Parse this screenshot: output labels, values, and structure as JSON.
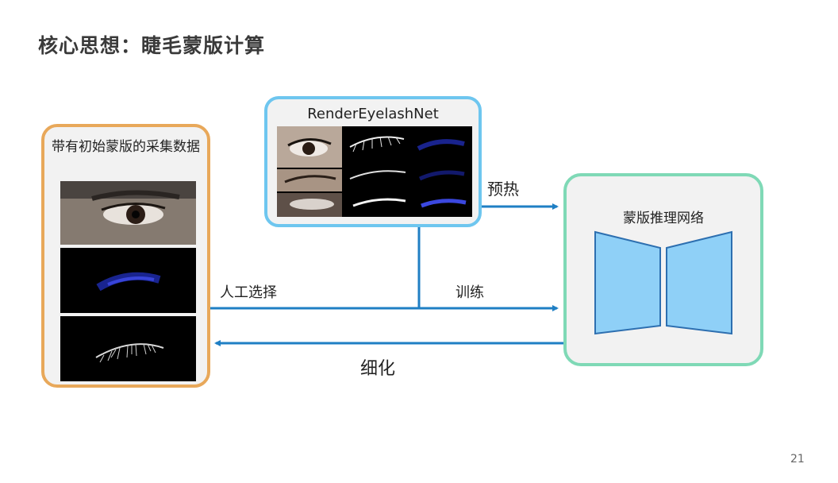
{
  "slide": {
    "title": "核心思想：睫毛蒙版计算",
    "page_number": "21"
  },
  "nodes": {
    "capture": {
      "label": "带有初始蒙版的采集数据"
    },
    "render": {
      "label": "RenderEyelashNet"
    },
    "network": {
      "label": "蒙版推理网络"
    }
  },
  "edges": {
    "warmup": "预热",
    "manual_select": "人工选择",
    "train": "训练",
    "refine": "细化"
  },
  "colors": {
    "arrow": "#1f7fc4",
    "capture_border": "#e8a85a",
    "render_border": "#6ec6ef",
    "network_border": "#7fd9b6",
    "trapezoid_fill": "#8fd0f7",
    "trapezoid_stroke": "#2d6fb0"
  }
}
